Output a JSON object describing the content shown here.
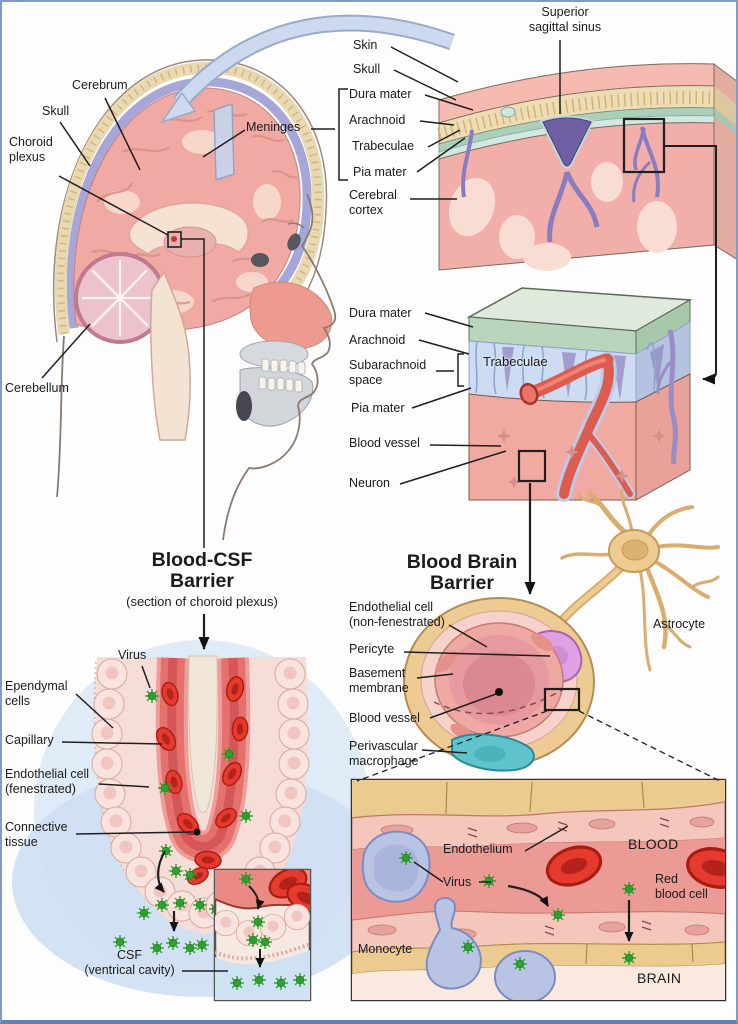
{
  "figure_title": "Blood-CSF Barrier and Blood Brain Barrier anatomy diagram",
  "panel_head": {
    "cerebrum": "Cerebrum",
    "skull": "Skull",
    "choroid_plexus": "Choroid\nplexus",
    "meninges": "Meninges",
    "cerebellum": "Cerebellum"
  },
  "panel_meninges_block": {
    "superior_sagittal_sinus": "Superior\nsagittal sinus",
    "skin": "Skin",
    "skull": "Skull",
    "dura_mater": "Dura mater",
    "arachnoid": "Arachnoid",
    "trabeculae": "Trabeculae",
    "pia_mater": "Pia mater",
    "cerebral_cortex": "Cerebral\ncortex"
  },
  "panel_subarachnoid_block": {
    "dura_mater": "Dura mater",
    "arachnoid": "Arachnoid",
    "subarachnoid_space": "Subarachnoid\nspace",
    "trabeculae": "Trabeculae",
    "pia_mater": "Pia mater",
    "blood_vessel": "Blood vessel",
    "neuron": "Neuron"
  },
  "panel_blood_csf": {
    "title": "Blood-CSF\nBarrier",
    "subtitle": "(section of choroid plexus)",
    "virus": "Virus",
    "ependymal_cells": "Ependymal\ncells",
    "capillary": "Capillary",
    "endothelial_cell": "Endothelial cell\n(fenestrated)",
    "connective_tissue": "Connective\ntissue",
    "csf": "CSF\n(ventrical cavity)"
  },
  "panel_bbb": {
    "title": "Blood Brain\nBarrier",
    "endothelial_cell": "Endothelial cell\n(non-fenestrated)",
    "pericyte": "Pericyte",
    "basement_membrane": "Basement\nmembrane",
    "blood_vessel": "Blood vessel",
    "perivascular_macrophage": "Perivascular\nmacrophage",
    "astrocyte": "Astrocyte"
  },
  "panel_vessel_inset": {
    "endothelium": "Endothelium",
    "virus": "Virus",
    "monocyte": "Monocyte",
    "blood": "BLOOD",
    "red_blood_cell": "Red\nblood cell",
    "brain": "BRAIN"
  },
  "colors": {
    "frame_blue": "#7e9cc8",
    "virus_green": "#2da02d",
    "red_blood_cell": "#e63a2e",
    "dura_green": "#b9d6bd",
    "subarachnoid_blue": "#cddcf2",
    "sinus_purple": "#6f60a6",
    "astrocyte_tan": "#eecb90",
    "pericyte_purple": "#dfa0e4",
    "macrophage_teal": "#5fc4cd",
    "monocyte_lavender": "#b9c3e3",
    "brain_pink": "#f1a9a3",
    "csf_blue": "#cfe0f2"
  }
}
